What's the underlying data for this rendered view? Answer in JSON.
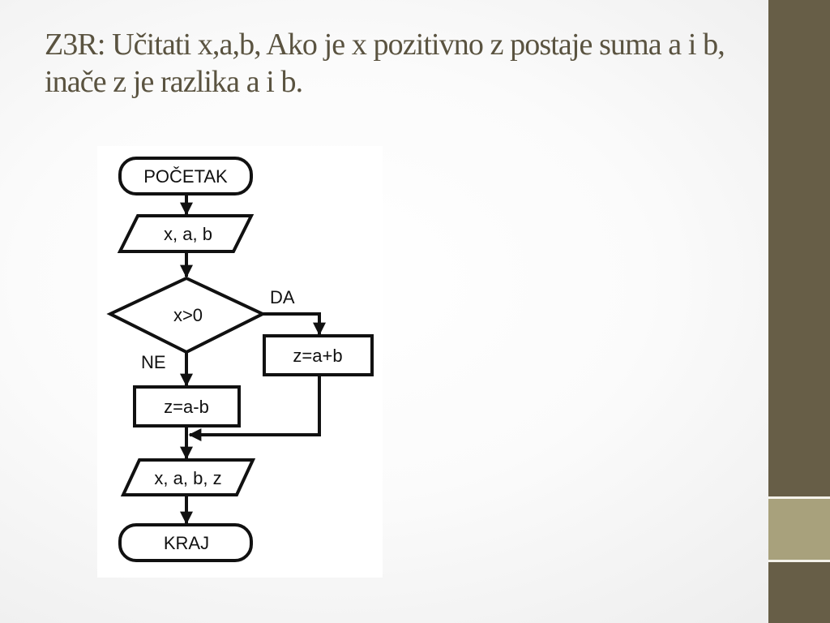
{
  "slide": {
    "title": "Z3R: Učitati x,a,b, Ako je x pozitivno z postaje suma a i b, inače z je razlika a i b."
  },
  "flowchart": {
    "start": "POČETAK",
    "input": "x, a, b",
    "condition": "x>0",
    "yes_label": "DA",
    "no_label": "NE",
    "yes_action": "z=a+b",
    "no_action": "z=a-b",
    "output": "x, a, b, z",
    "end": "KRAJ"
  },
  "colors": {
    "sidebar": "#675e47",
    "sidebar_accent": "#a8a17c",
    "title_text": "#5a5340"
  }
}
